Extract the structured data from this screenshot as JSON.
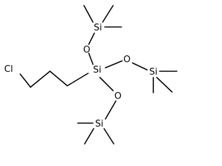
{
  "molecule": {
    "atoms": {
      "cl": "Cl",
      "si_top": "Si",
      "o_top": "O",
      "si_center": "Si",
      "o_right": "O",
      "si_right": "Si",
      "o_bottom": "O",
      "si_bottom": "Si"
    }
  }
}
